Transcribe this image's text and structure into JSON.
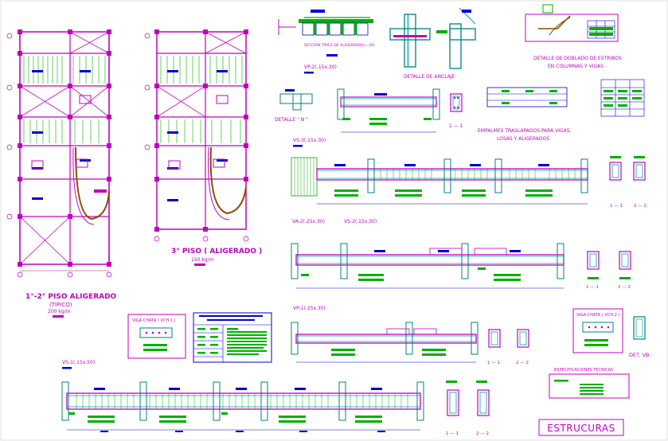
{
  "sheet": {
    "stamp_title": "ESTRUCURAS"
  },
  "plans": {
    "left": {
      "title": "1°-2° PISO ALIGERADO",
      "subtitle": "(TIPICO)",
      "load": "200 kg/m"
    },
    "right": {
      "title": "3° PISO ( ALIGERADO )",
      "load": "150 kg/m"
    }
  },
  "details": {
    "aligerado_section": "SECCION TIPICA DE ALIGERADO(h=.20)",
    "anclaje": "DETALLE DE ANCLAJE",
    "doblado_line1": "DETALLE DE DOBLADO DE ESTRIBOS",
    "doblado_line2": "EN COLUMNAS Y VIGAS",
    "n_detail": "DETALLE \" N \"",
    "empalmes_line1": "EMPALMES TRASLAPADOS PARA VIGAS,",
    "empalmes_line2": "LOSAS Y ALIGERADOS",
    "det_vb": "DET. VB",
    "viga_chata_1": "VIGA CHATA ( VCH-1 )",
    "viga_chata_2": "VIGA CHATA ( VCH-2 )",
    "especificaciones": "ESPECIFICACIONES TECNICAS"
  },
  "beams": {
    "vp2": "VP-2(.15x.30)",
    "vs3": "VS-3(.15x.30)",
    "va2": "VA-2(.25x.30)",
    "vs2": "VS-2(.15x.30)",
    "vp1": "VP-1(.25x.30)",
    "vs1": "VS-1(.15x.50)"
  },
  "cuts": {
    "c11": "1 — 1",
    "c22": "2 — 2"
  },
  "colors": {
    "magenta": "#c000c0",
    "green": "#00b000",
    "blue": "#0000d0",
    "cyan": "#00a0a0",
    "red": "#d00000",
    "brown": "#8a4a00"
  }
}
